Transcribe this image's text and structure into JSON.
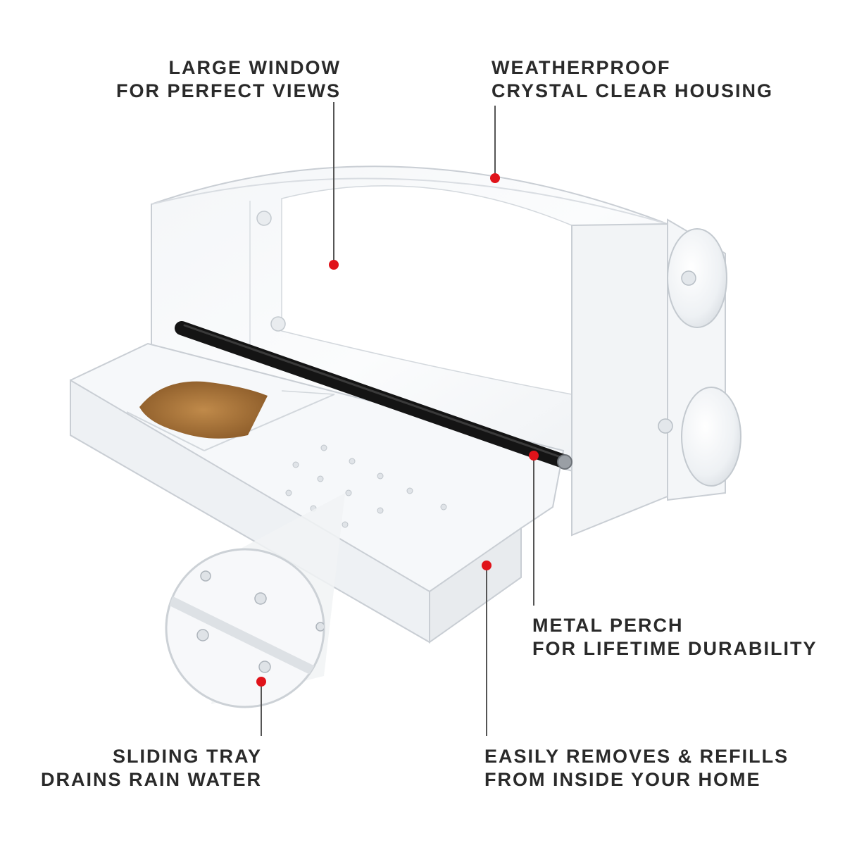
{
  "callouts": {
    "window": {
      "line1": "LARGE WINDOW",
      "line2": "FOR PERFECT VIEWS"
    },
    "housing": {
      "line1": "WEATHERPROOF",
      "line2": "CRYSTAL CLEAR HOUSING"
    },
    "perch": {
      "line1": "METAL PERCH",
      "line2": "FOR LIFETIME DURABILITY"
    },
    "tray": {
      "line1": "SLIDING TRAY",
      "line2": "DRAINS RAIN WATER"
    },
    "refill": {
      "line1": "EASILY REMOVES & REFILLS",
      "line2": "FROM INSIDE YOUR HOME"
    }
  },
  "colors": {
    "text": "#2a2a2a",
    "marker": "#e0131a",
    "leader": "#555555",
    "acrylic_edge": "#c9ced4",
    "perch": "#141414",
    "seed": "#a9743a"
  }
}
